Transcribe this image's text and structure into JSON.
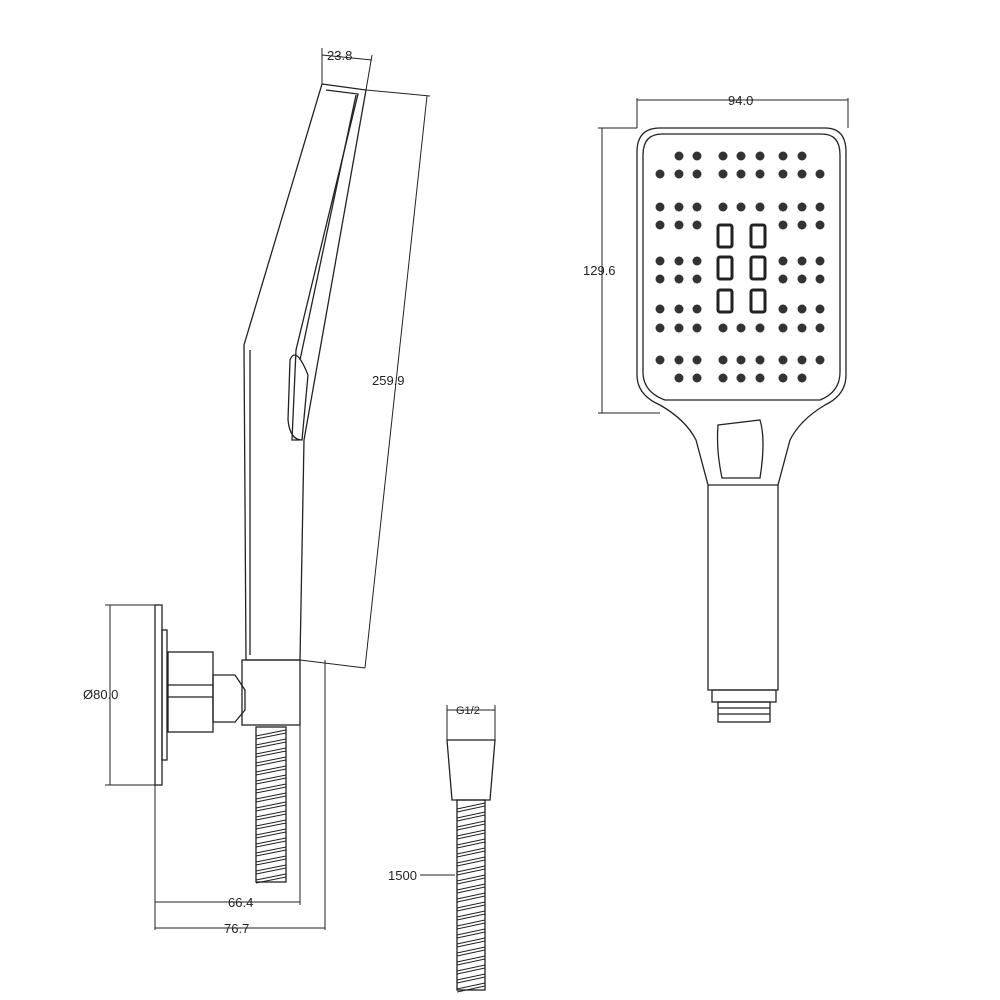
{
  "dimensions": {
    "head_depth": "23.8",
    "handle_length": "259.9",
    "head_width": "94.0",
    "head_height": "129.6",
    "flange_diameter": "Ø80.0",
    "projection_inner": "66.4",
    "projection_outer": "76.7",
    "thread": "G1/2",
    "hose_length": "1500"
  },
  "colors": {
    "line": "#222222",
    "nozzle": "#333333"
  }
}
